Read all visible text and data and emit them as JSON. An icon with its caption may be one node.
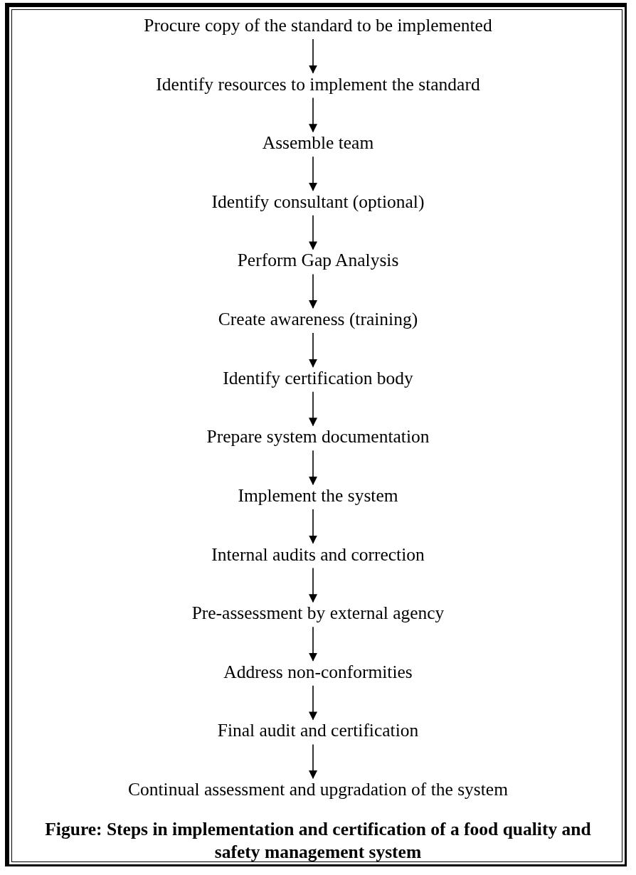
{
  "diagram": {
    "caption": "Figure: Steps in implementation and certification of a food quality and safety management system",
    "nodes": [
      {
        "text": [
          "Procure copy of the standard to be implemented"
        ]
      },
      {
        "text": [
          "Identify resources to implement the standard"
        ]
      },
      {
        "text": [
          "Assemble team"
        ]
      },
      {
        "text": [
          "Identify consultant (optional)"
        ]
      },
      {
        "text": [
          "Perform Gap Analysis"
        ]
      },
      {
        "text": [
          "Create awareness (training)"
        ]
      },
      {
        "text": [
          "Identify certification body"
        ]
      },
      {
        "text": [
          "Prepare system documentation"
        ]
      },
      {
        "text": [
          "Implement the system"
        ]
      },
      {
        "text": [
          "Internal audits and correction"
        ]
      },
      {
        "text": [
          "Pre-assessment by external agency"
        ]
      },
      {
        "text": [
          "Address non-conformities"
        ]
      },
      {
        "text": [
          "Final audit and certification"
        ]
      },
      {
        "text": [
          "Continual assessment and upgradation of the system"
        ]
      }
    ],
    "edges": [
      {
        "from": 0,
        "to": 1,
        "arrow": "to"
      },
      {
        "from": 1,
        "to": 2,
        "arrow": "to"
      },
      {
        "from": 2,
        "to": 3,
        "arrow": "to"
      },
      {
        "from": 3,
        "to": 4,
        "arrow": "to"
      },
      {
        "from": 4,
        "to": 5,
        "arrow": "to"
      },
      {
        "from": 5,
        "to": 6,
        "arrow": "to"
      },
      {
        "from": 6,
        "to": 7,
        "arrow": "to"
      },
      {
        "from": 7,
        "to": 8,
        "arrow": "to"
      },
      {
        "from": 8,
        "to": 9,
        "arrow": "to"
      },
      {
        "from": 9,
        "to": 10,
        "arrow": "to"
      },
      {
        "from": 10,
        "to": 11,
        "arrow": "to"
      },
      {
        "from": 11,
        "to": 12,
        "arrow": "to"
      },
      {
        "from": 12,
        "to": 13,
        "arrow": "to"
      }
    ]
  }
}
